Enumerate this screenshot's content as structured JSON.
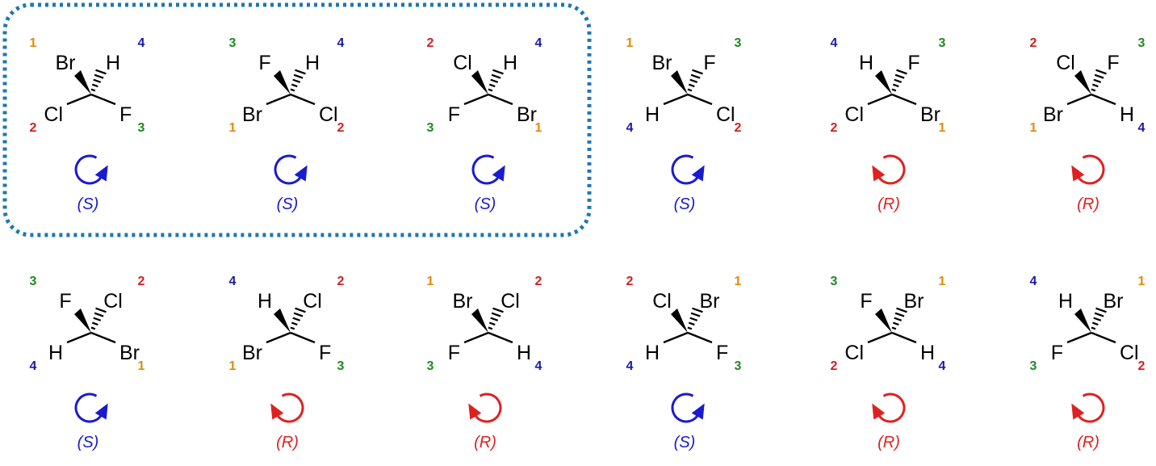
{
  "colors": {
    "p1": "#e08a0b",
    "p2": "#d21f1f",
    "p3": "#1f8a1f",
    "p4": "#1a1aa6",
    "S": "#1a1ad0",
    "R": "#e02020",
    "highlight_border": "#1f77b4"
  },
  "highlight": {
    "label": "",
    "molecules": [
      0,
      1,
      2
    ]
  },
  "molecules": [
    {
      "id": "m1",
      "atoms": [
        "Br",
        "H",
        "Cl",
        "F"
      ],
      "priorities": [
        "1",
        "4",
        "2",
        "3"
      ],
      "configuration": "(S)",
      "arrow": "counterclockwise"
    },
    {
      "id": "m2",
      "atoms": [
        "F",
        "H",
        "Br",
        "Cl"
      ],
      "priorities": [
        "3",
        "4",
        "1",
        "2"
      ],
      "configuration": "(S)",
      "arrow": "counterclockwise"
    },
    {
      "id": "m3",
      "atoms": [
        "Cl",
        "H",
        "F",
        "Br"
      ],
      "priorities": [
        "2",
        "4",
        "3",
        "1"
      ],
      "configuration": "(S)",
      "arrow": "counterclockwise"
    },
    {
      "id": "m4",
      "atoms": [
        "Br",
        "F",
        "H",
        "Cl"
      ],
      "priorities": [
        "1",
        "3",
        "4",
        "2"
      ],
      "configuration": "(S)",
      "arrow": "counterclockwise"
    },
    {
      "id": "m5",
      "atoms": [
        "H",
        "F",
        "Cl",
        "Br"
      ],
      "priorities": [
        "4",
        "3",
        "2",
        "1"
      ],
      "configuration": "(R)",
      "arrow": "clockwise"
    },
    {
      "id": "m6",
      "atoms": [
        "Cl",
        "F",
        "Br",
        "H"
      ],
      "priorities": [
        "2",
        "3",
        "1",
        "4"
      ],
      "configuration": "(R)",
      "arrow": "clockwise"
    },
    {
      "id": "m7",
      "atoms": [
        "F",
        "Cl",
        "H",
        "Br"
      ],
      "priorities": [
        "3",
        "2",
        "4",
        "1"
      ],
      "configuration": "(S)",
      "arrow": "counterclockwise"
    },
    {
      "id": "m8",
      "atoms": [
        "H",
        "Cl",
        "Br",
        "F"
      ],
      "priorities": [
        "4",
        "2",
        "1",
        "3"
      ],
      "configuration": "(R)",
      "arrow": "clockwise"
    },
    {
      "id": "m9",
      "atoms": [
        "Br",
        "Cl",
        "F",
        "H"
      ],
      "priorities": [
        "1",
        "2",
        "3",
        "4"
      ],
      "configuration": "(R)",
      "arrow": "clockwise"
    },
    {
      "id": "m10",
      "atoms": [
        "Cl",
        "Br",
        "H",
        "F"
      ],
      "priorities": [
        "2",
        "1",
        "4",
        "3"
      ],
      "configuration": "(S)",
      "arrow": "counterclockwise"
    },
    {
      "id": "m11",
      "atoms": [
        "F",
        "Br",
        "Cl",
        "H"
      ],
      "priorities": [
        "3",
        "1",
        "2",
        "4"
      ],
      "configuration": "(R)",
      "arrow": "clockwise"
    },
    {
      "id": "m12",
      "atoms": [
        "H",
        "Br",
        "F",
        "Cl"
      ],
      "priorities": [
        "4",
        "1",
        "3",
        "2"
      ],
      "configuration": "(R)",
      "arrow": "clockwise"
    }
  ]
}
